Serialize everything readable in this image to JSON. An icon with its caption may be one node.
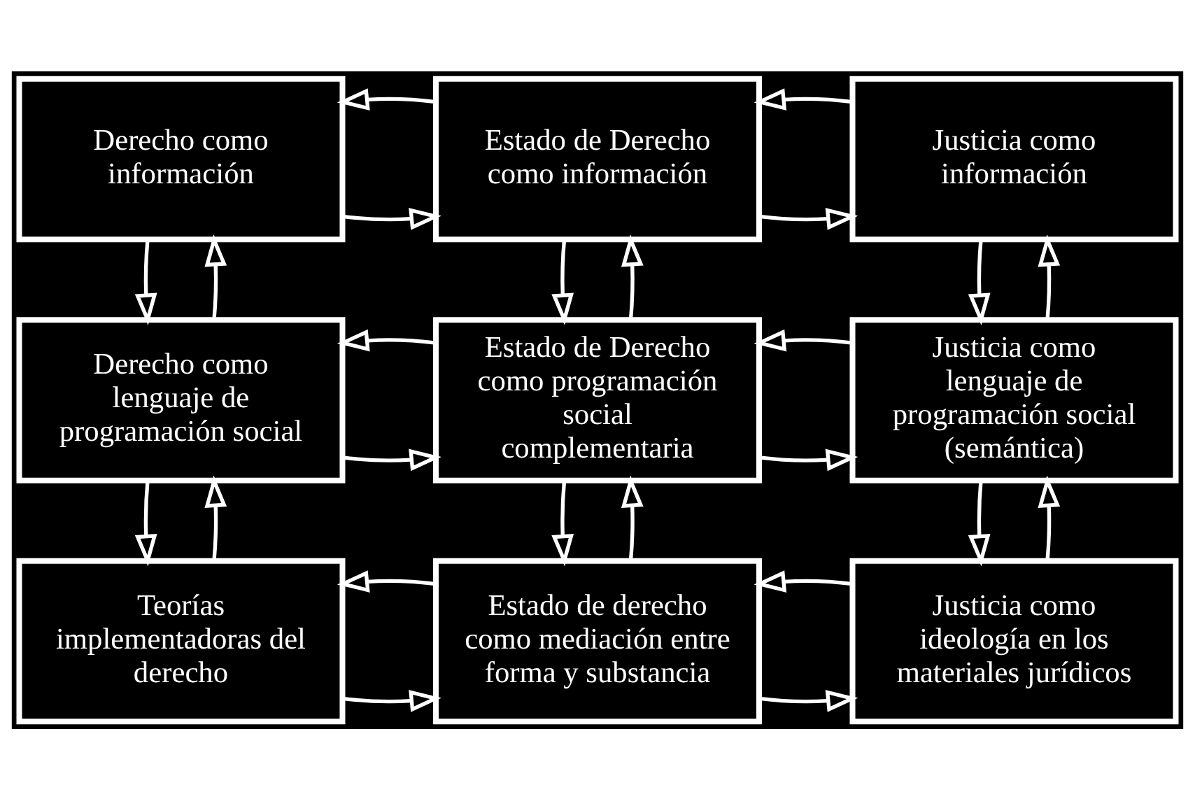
{
  "diagram": {
    "nodes": [
      {
        "text": [
          "Derecho como información"
        ]
      },
      {
        "text": [
          "Estado de Derecho como información"
        ]
      },
      {
        "text": [
          "Justicia como información"
        ]
      },
      {
        "text": [
          "Derecho como lenguaje de programación social"
        ]
      },
      {
        "text": [
          "Estado de Derecho como programación social complementaria"
        ]
      },
      {
        "text": [
          "Justicia como lenguaje de programación social (semántica)"
        ]
      },
      {
        "text": [
          "Teorías implementadoras del derecho"
        ]
      },
      {
        "text": [
          "Estado de derecho como mediación entre forma y substancia"
        ]
      },
      {
        "text": [
          "Justicia como ideología en los materiales jurídicos"
        ]
      }
    ],
    "edges": [
      {
        "from": 0,
        "to": 1,
        "arrow": "to"
      },
      {
        "from": 1,
        "to": 0,
        "arrow": "to"
      },
      {
        "from": 1,
        "to": 2,
        "arrow": "to"
      },
      {
        "from": 2,
        "to": 1,
        "arrow": "to"
      },
      {
        "from": 0,
        "to": 3,
        "arrow": "to"
      },
      {
        "from": 3,
        "to": 0,
        "arrow": "to"
      },
      {
        "from": 1,
        "to": 4,
        "arrow": "to"
      },
      {
        "from": 4,
        "to": 1,
        "arrow": "to"
      },
      {
        "from": 2,
        "to": 5,
        "arrow": "to"
      },
      {
        "from": 5,
        "to": 2,
        "arrow": "to"
      },
      {
        "from": 3,
        "to": 4,
        "arrow": "to"
      },
      {
        "from": 4,
        "to": 3,
        "arrow": "to"
      },
      {
        "from": 4,
        "to": 5,
        "arrow": "to"
      },
      {
        "from": 5,
        "to": 4,
        "arrow": "to"
      },
      {
        "from": 3,
        "to": 6,
        "arrow": "to"
      },
      {
        "from": 6,
        "to": 3,
        "arrow": "to"
      },
      {
        "from": 4,
        "to": 7,
        "arrow": "to"
      },
      {
        "from": 7,
        "to": 4,
        "arrow": "to"
      },
      {
        "from": 5,
        "to": 8,
        "arrow": "to"
      },
      {
        "from": 8,
        "to": 5,
        "arrow": "to"
      },
      {
        "from": 6,
        "to": 7,
        "arrow": "to"
      },
      {
        "from": 7,
        "to": 6,
        "arrow": "to"
      },
      {
        "from": 7,
        "to": 8,
        "arrow": "to"
      },
      {
        "from": 8,
        "to": 7,
        "arrow": "to"
      }
    ]
  }
}
